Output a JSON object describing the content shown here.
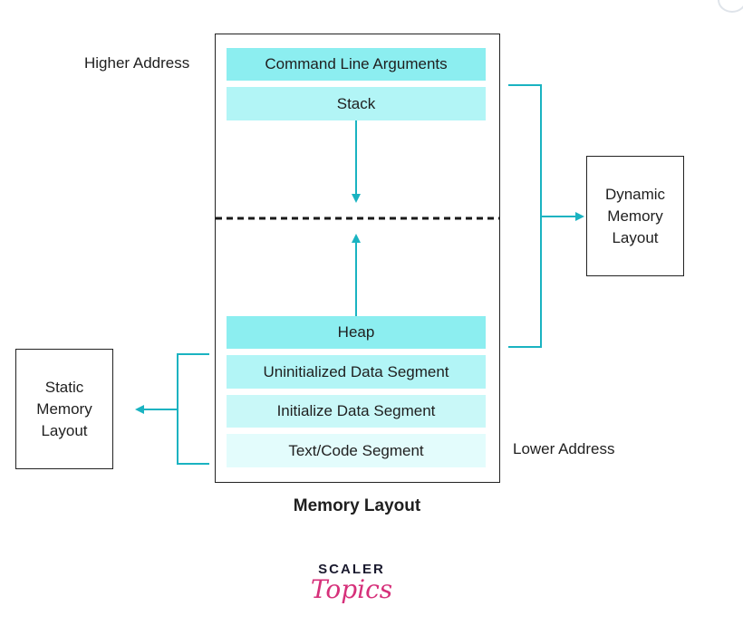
{
  "segments": {
    "command_line_arguments": "Command Line Arguments",
    "stack": "Stack",
    "heap": "Heap",
    "uninitialized_data": "Uninitialized Data Segment",
    "initialized_data": "Initialize Data Segment",
    "text_code": "Text/Code Segment"
  },
  "labels": {
    "higher_address": "Higher Address",
    "lower_address": "Lower Address"
  },
  "dynamic_box": {
    "line1": "Dynamic",
    "line2": "Memory",
    "line3": "Layout"
  },
  "static_box": {
    "line1": "Static",
    "line2": "Memory",
    "line3": "Layout"
  },
  "caption": "Memory Layout",
  "logo": {
    "top": "SCALER",
    "bottom": "Topics"
  },
  "colors": {
    "teal": "#1ab3c1",
    "segment_strong": "#8ceef0",
    "segment_medium": "#b2f5f6",
    "segment_light": "#c9f8f8",
    "segment_lightest": "#e3fcfc",
    "logo_pink": "#d6307a"
  }
}
